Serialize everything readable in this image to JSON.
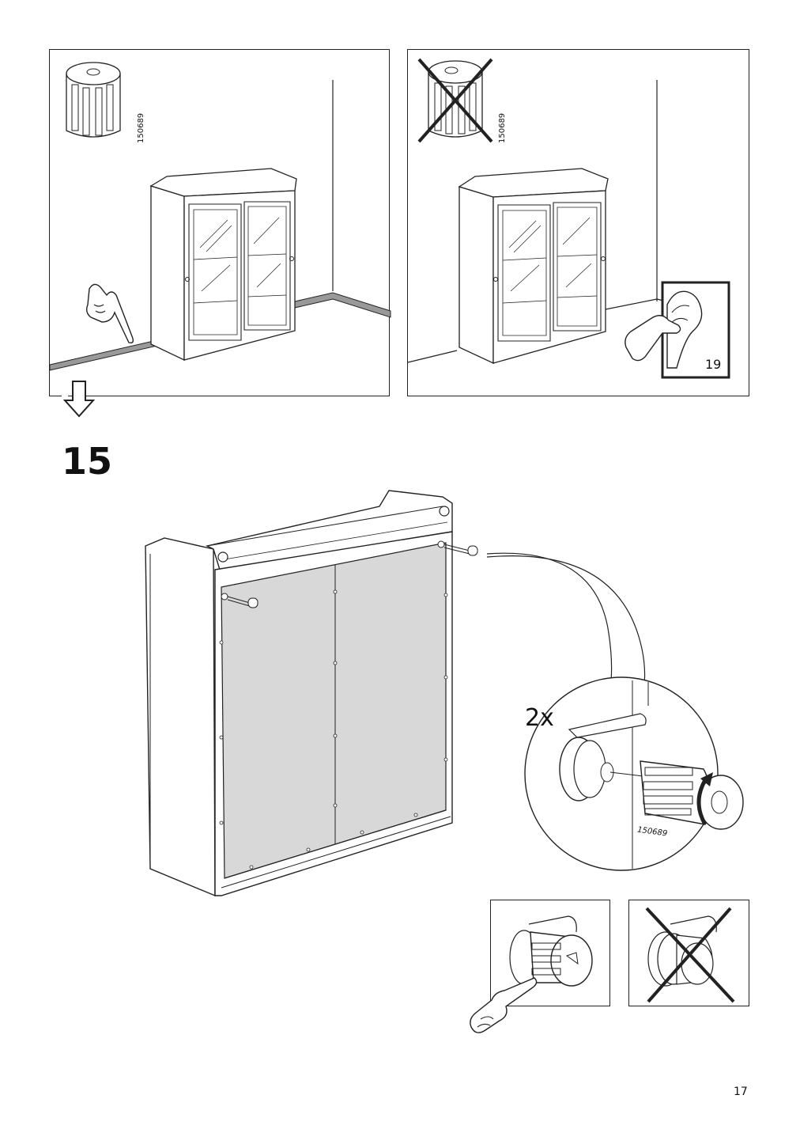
{
  "panel_left": {
    "part_number": "150689"
  },
  "panel_right": {
    "part_number": "150689",
    "page_ref": "19"
  },
  "step": {
    "number": "15"
  },
  "detail": {
    "quantity": "2x",
    "part_number": "150689"
  },
  "footer": {
    "page_number": "17"
  }
}
